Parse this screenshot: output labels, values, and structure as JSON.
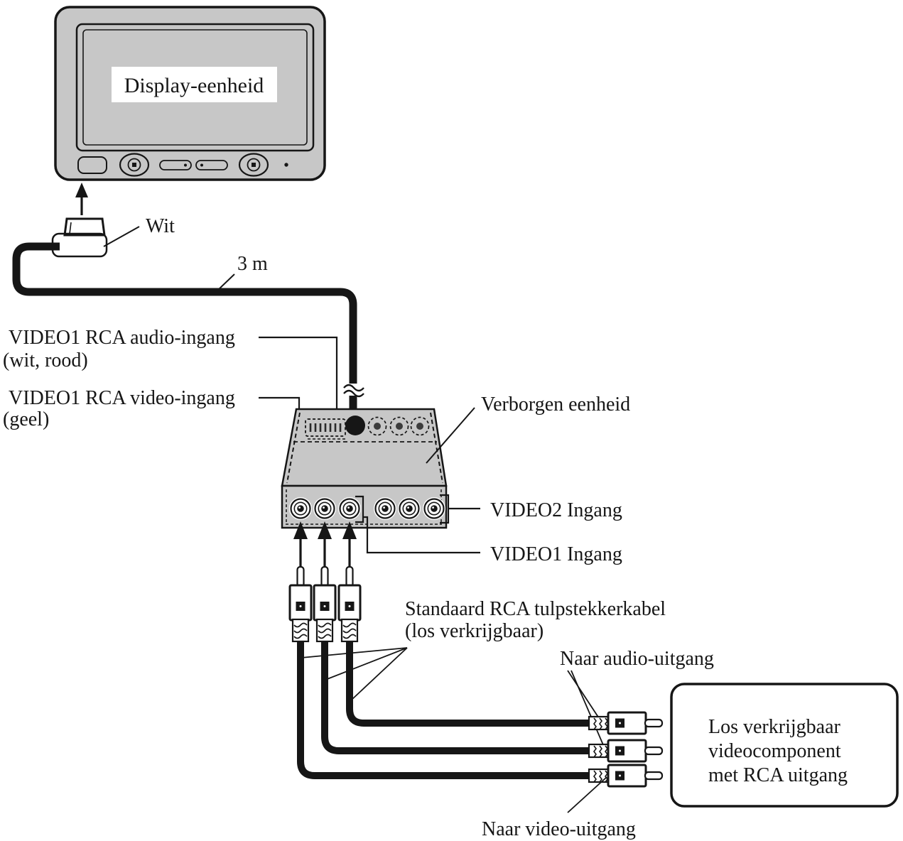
{
  "diagram": {
    "display_unit": {
      "label": "Display-eenheid"
    },
    "connector": {
      "color_label": "Wit"
    },
    "display_cable": {
      "length_label": "3 m"
    },
    "video1_audio_input": {
      "line1": "VIDEO1 RCA audio-ingang",
      "line2": "(wit, rood)"
    },
    "video1_video_input": {
      "line1": "VIDEO1 RCA video-ingang",
      "line2": "(geel)"
    },
    "hidden_unit": {
      "label": "Verborgen eenheid"
    },
    "video2_input": {
      "label": "VIDEO2 Ingang"
    },
    "video1_input": {
      "label": "VIDEO1 Ingang"
    },
    "rca_cable": {
      "line1": "Standaard RCA tulpstekkerkabel",
      "line2": "(los verkrijgbaar)"
    },
    "audio_output": {
      "label": "Naar audio-uitgang"
    },
    "video_output": {
      "label": "Naar video-uitgang"
    },
    "component_box": {
      "line1": "Los verkrijgbaar",
      "line2": "videocomponent",
      "line3": "met RCA uitgang"
    }
  },
  "colors": {
    "line": "#161616",
    "device_gray": "#c7c7c7",
    "screen_gray": "#cecece",
    "component_box_gray": "#eaeaea",
    "connector_dark": "#565656",
    "label_background": "#ffffff"
  }
}
